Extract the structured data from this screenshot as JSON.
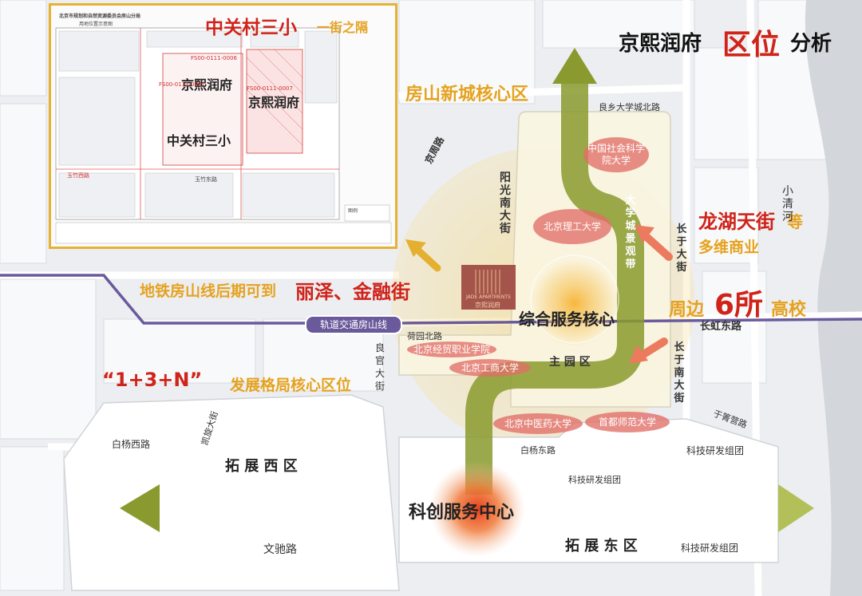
{
  "title": {
    "part1": "京熙润府",
    "part2": "区位",
    "part3": "分析"
  },
  "inset": {
    "agency": "北京市规划和自然资源委员会房山分局",
    "subtitle": "用地位置示意图",
    "headline_a": "中关村三小",
    "headline_b": "一街之隔",
    "plot_a": "京熙润府",
    "plot_b": "京熙润府",
    "school": "中关村三小",
    "road_yuzhu_east": "玉竹东路",
    "road_yuzhu_west": "玉竹西路",
    "parcel_1": "FS00-0111-0006",
    "parcel_2": "FS00-0111-0007",
    "parcel_3": "FS00-0111-0007",
    "legend_title": "图例"
  },
  "labels": {
    "fangshan_core": "房山新城核心区",
    "metro_future_a": "地铁房山线后期可到",
    "metro_future_b": "丽泽、金融街",
    "longhu_a": "龙湖天街",
    "longhu_b": "等",
    "longhu_c": "多维商业",
    "six_a": "周边",
    "six_b": "6所",
    "six_c": "高校",
    "pattern_a": "“1+3+N”",
    "pattern_b": "发展格局核心区位",
    "core_service": "综合服务核心",
    "innovation_center": "科创服务中心",
    "main_park": "主 园 区",
    "expand_west": "拓 展 西 区",
    "expand_east": "拓 展 东 区",
    "campus_view_h": "大 学 城 景 观 带",
    "campus_view_v": "大学城景观带",
    "metro_line": "轨道交通房山线",
    "rd_tech1": "科技研发组团",
    "rd_tech2": "科技研发组团",
    "rd_tech3": "科技研发组团",
    "jade_logo": "JADE APARTMENTS",
    "jade_name": "京熙润府"
  },
  "roads": {
    "liangxiang_north": "良乡大学城北路",
    "jingzhou": "京周路",
    "yangguang_south": "阳光南大街",
    "changyu": "长于大街",
    "changhong_east": "长虹东路",
    "changyu_south": "长于南大街",
    "heyuan_north": "荷园北路",
    "lianggong": "良官大街",
    "yufu": "于箐营路",
    "baiyang_west": "白杨西路",
    "baiyang_east": "白杨东路",
    "kaixuan": "凯旋大街",
    "wenchi": "文驰路",
    "xiaoqinghe": "小清河"
  },
  "universities": [
    {
      "name": "中国社会科学院大学"
    },
    {
      "name": "北京理工大学"
    },
    {
      "name": "北京经贸职业学院"
    },
    {
      "name": "北京工商大学"
    },
    {
      "name": "北京中医药大学"
    },
    {
      "name": "首都师范大学"
    }
  ],
  "colors": {
    "accent_red": "#d0231a",
    "accent_gold": "#e5a21f",
    "arrow_green": "#8a9a2e",
    "metro_purple": "#6a5a9c"
  }
}
